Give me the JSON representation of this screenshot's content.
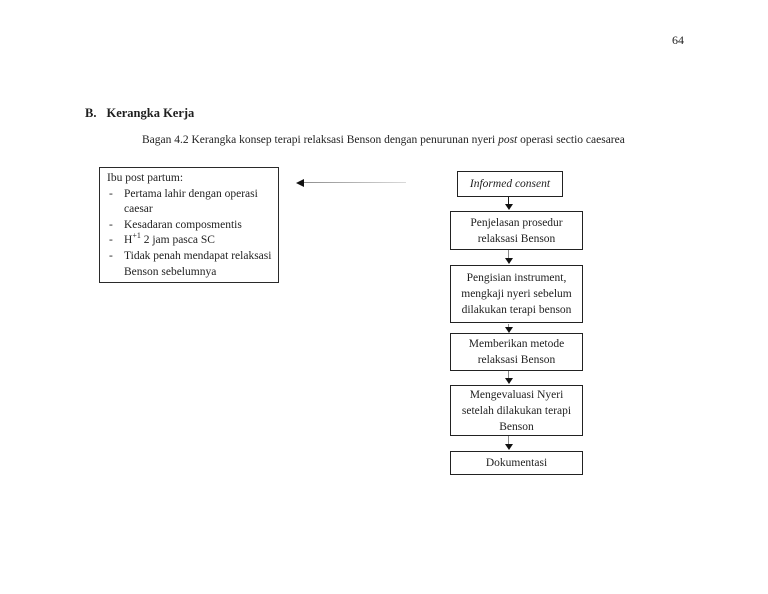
{
  "page": {
    "number": "64",
    "section_label": "B.",
    "section_title": "Kerangka Kerja",
    "caption": {
      "prefix": "Bagan 4.2 Kerangka konsep terapi relaksasi Benson dengan penurunan nyeri ",
      "italic": "post",
      "suffix": " operasi sectio caesarea"
    }
  },
  "criteria_box": {
    "title": "Ibu post partum:",
    "bullet": "-",
    "items": [
      {
        "text": "Pertama lahir dengan operasi caesar"
      },
      {
        "text": "Kesadaran composmentis"
      },
      {
        "pre": "H",
        "sup": "+1",
        "post": " 2 jam pasca SC"
      },
      {
        "text": "Tidak penah mendapat relaksasi Benson sebelumnya"
      }
    ]
  },
  "flowchart": {
    "steps": [
      {
        "label": "Informed consent"
      },
      {
        "label": "Penjelasan prosedur relaksasi Benson"
      },
      {
        "label": "Pengisian instrument, mengkaji nyeri sebelum dilakukan terapi benson"
      },
      {
        "label": "Memberikan metode relaksasi Benson"
      },
      {
        "label": "Mengevaluasi Nyeri setelah dilakukan terapi Benson"
      },
      {
        "label": "Dokumentasi"
      }
    ]
  }
}
